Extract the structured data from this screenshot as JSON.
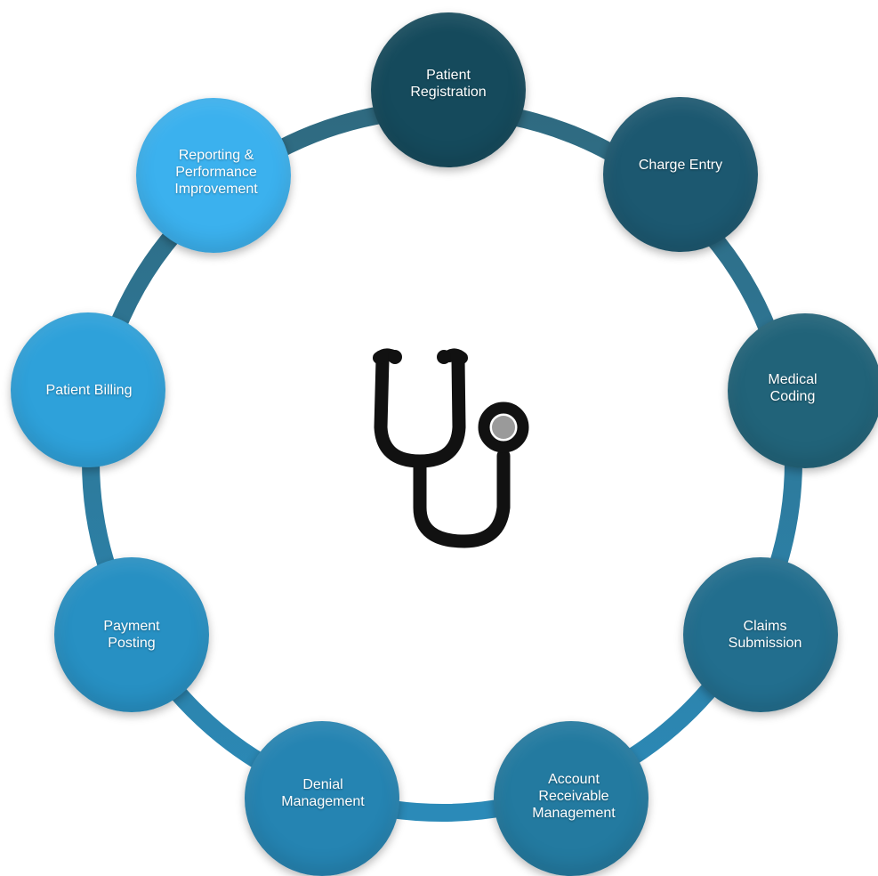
{
  "diagram": {
    "ring_color_top": "#2f6a80",
    "ring_color_bottom": "#2b8ab8",
    "center_icon": "stethoscope-icon",
    "steps": [
      {
        "label": "Patient\nRegistration",
        "color": "#154a5c"
      },
      {
        "label": "Charge Entry",
        "color": "#1c5870"
      },
      {
        "label": "Medical\nCoding",
        "color": "#216379"
      },
      {
        "label": "Claims\nSubmission",
        "color": "#226e8e"
      },
      {
        "label": "Account\nReceivable\nManagement",
        "color": "#237aa0"
      },
      {
        "label": "Denial\nManagement",
        "color": "#2584b2"
      },
      {
        "label": "Payment\nPosting",
        "color": "#2790c3"
      },
      {
        "label": "Patient Billing",
        "color": "#2ea1da"
      },
      {
        "label": "Reporting &\nPerformance\nImprovement",
        "color": "#3bb1ee"
      }
    ]
  }
}
